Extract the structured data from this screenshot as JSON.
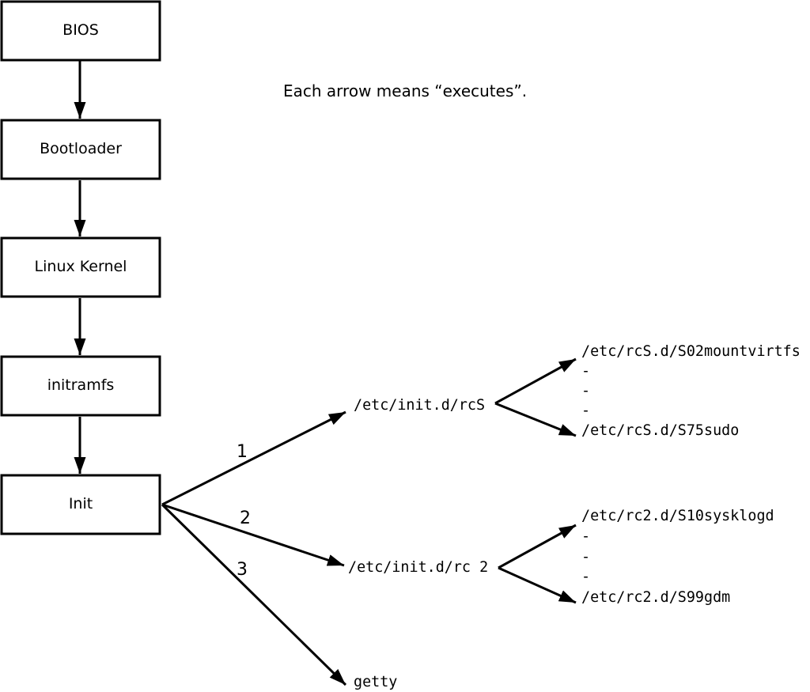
{
  "note": "Each arrow means “executes”.",
  "colors": {
    "ink": "#000000",
    "background": "#ffffff"
  },
  "boot_chain": [
    {
      "label": "BIOS"
    },
    {
      "label": "Bootloader"
    },
    {
      "label": "Linux Kernel"
    },
    {
      "label": "initramfs"
    },
    {
      "label": "Init"
    }
  ],
  "init_branches": [
    {
      "arrow_label": "1",
      "target": "/etc/init.d/rcS",
      "scripts": [
        "/etc/rcS.d/S02mountvirtfs",
        "-",
        "-",
        "-",
        "/etc/rcS.d/S75sudo"
      ]
    },
    {
      "arrow_label": "2",
      "target": "/etc/init.d/rc 2",
      "scripts": [
        "/etc/rc2.d/S10sysklogd",
        "-",
        "-",
        "-",
        "/etc/rc2.d/S99gdm"
      ]
    },
    {
      "arrow_label": "3",
      "target": "getty",
      "scripts": []
    }
  ]
}
